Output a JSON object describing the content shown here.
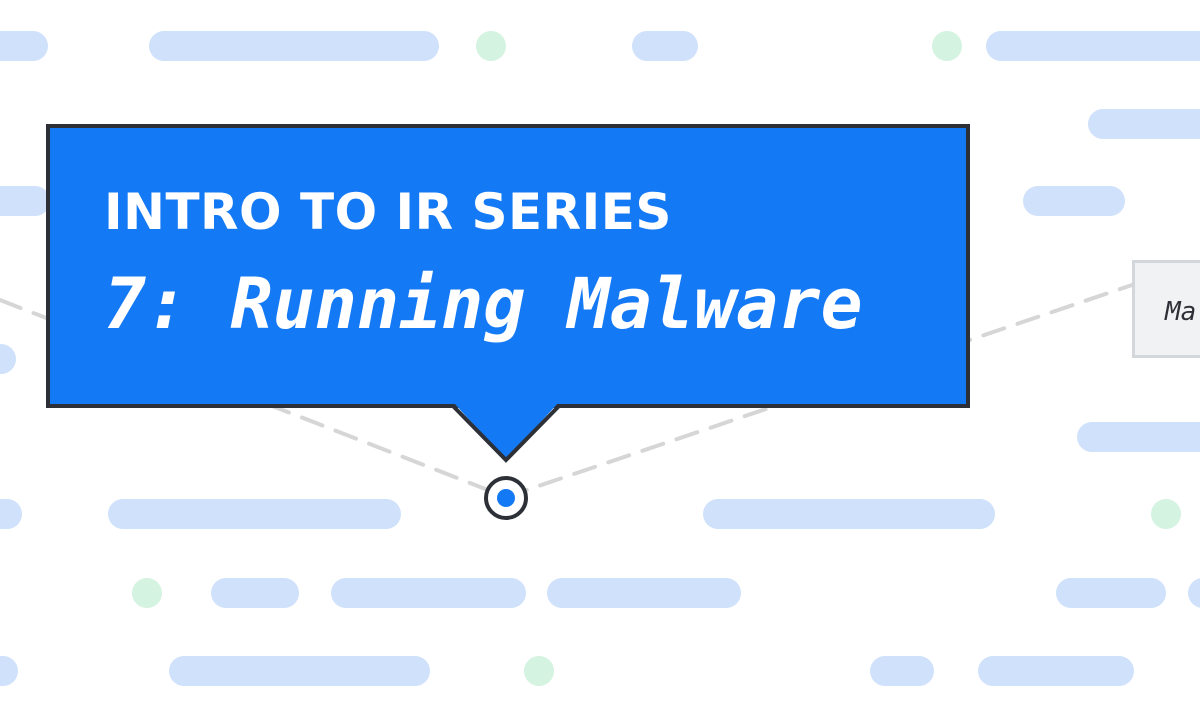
{
  "banner": {
    "series_title": "INTRO TO IR SERIES",
    "episode_title": "7: Running Malware",
    "tag_label": "Ma"
  },
  "colors": {
    "accent": "#1479f4",
    "outline": "#2d3137",
    "pill": "#cfe1fb",
    "dot": "#d4f3e1",
    "dash": "#d6d6d6",
    "tag_background": "#f1f2f4"
  }
}
